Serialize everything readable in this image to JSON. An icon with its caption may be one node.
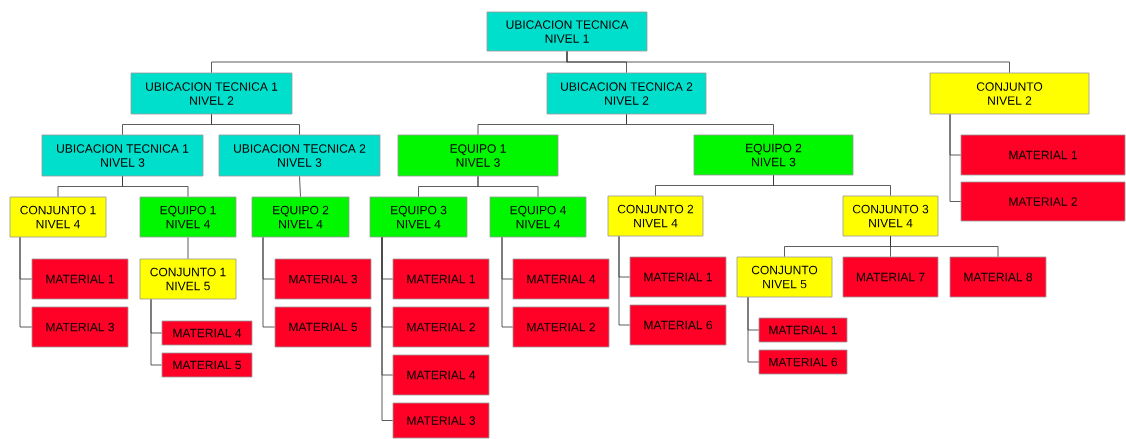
{
  "diagram": {
    "nodes": [
      {
        "text": [
          "UBICACION TECNICA",
          "NIVEL 1"
        ]
      },
      {
        "text": [
          "UBICACION TECNICA 1",
          "NIVEL 2"
        ]
      },
      {
        "text": [
          "UBICACION TECNICA 2",
          "NIVEL 2"
        ]
      },
      {
        "text": [
          "CONJUNTO",
          "NIVEL 2"
        ]
      },
      {
        "text": [
          "UBICACION TECNICA 1",
          "NIVEL 3"
        ]
      },
      {
        "text": [
          "UBICACION TECNICA 2",
          "NIVEL 3"
        ]
      },
      {
        "text": [
          "EQUIPO 1",
          "NIVEL 3"
        ]
      },
      {
        "text": [
          "EQUIPO 2",
          "NIVEL 3"
        ]
      },
      {
        "text": [
          "MATERIAL 1"
        ]
      },
      {
        "text": [
          "MATERIAL 2"
        ]
      },
      {
        "text": [
          "CONJUNTO 1",
          "NIVEL 4"
        ]
      },
      {
        "text": [
          "EQUIPO 1",
          "NIVEL 4"
        ]
      },
      {
        "text": [
          "EQUIPO 2",
          "NIVEL 4"
        ]
      },
      {
        "text": [
          "EQUIPO 3",
          "NIVEL 4"
        ]
      },
      {
        "text": [
          "EQUIPO 4",
          "NIVEL 4"
        ]
      },
      {
        "text": [
          "CONJUNTO 2",
          "NIVEL 4"
        ]
      },
      {
        "text": [
          "CONJUNTO 3",
          "NIVEL 4"
        ]
      },
      {
        "text": [
          "MATERIAL 1"
        ]
      },
      {
        "text": [
          "MATERIAL 3"
        ]
      },
      {
        "text": [
          "CONJUNTO 1",
          "NIVEL 5"
        ]
      },
      {
        "text": [
          "MATERIAL 3"
        ]
      },
      {
        "text": [
          "MATERIAL 5"
        ]
      },
      {
        "text": [
          "MATERIAL 1"
        ]
      },
      {
        "text": [
          "MATERIAL 2"
        ]
      },
      {
        "text": [
          "MATERIAL 4"
        ]
      },
      {
        "text": [
          "MATERIAL 3"
        ]
      },
      {
        "text": [
          "MATERIAL 4"
        ]
      },
      {
        "text": [
          "MATERIAL 2"
        ]
      },
      {
        "text": [
          "MATERIAL 1"
        ]
      },
      {
        "text": [
          "MATERIAL 6"
        ]
      },
      {
        "text": [
          "CONJUNTO",
          "NIVEL 5"
        ]
      },
      {
        "text": [
          "MATERIAL 7"
        ]
      },
      {
        "text": [
          "MATERIAL 8"
        ]
      },
      {
        "text": [
          "MATERIAL 4"
        ]
      },
      {
        "text": [
          "MATERIAL 5"
        ]
      },
      {
        "text": [
          "MATERIAL 1"
        ]
      },
      {
        "text": [
          "MATERIAL 6"
        ]
      }
    ],
    "edges": [
      {
        "from": 0,
        "to": 1,
        "arrow": "none"
      },
      {
        "from": 0,
        "to": 2,
        "arrow": "none"
      },
      {
        "from": 0,
        "to": 3,
        "arrow": "none"
      },
      {
        "from": 1,
        "to": 4,
        "arrow": "none"
      },
      {
        "from": 1,
        "to": 5,
        "arrow": "none"
      },
      {
        "from": 2,
        "to": 6,
        "arrow": "none"
      },
      {
        "from": 2,
        "to": 7,
        "arrow": "none"
      },
      {
        "from": 3,
        "to": 8,
        "arrow": "none"
      },
      {
        "from": 3,
        "to": 9,
        "arrow": "none"
      },
      {
        "from": 4,
        "to": 10,
        "arrow": "none"
      },
      {
        "from": 4,
        "to": 11,
        "arrow": "none"
      },
      {
        "from": 5,
        "to": 12,
        "arrow": "none"
      },
      {
        "from": 6,
        "to": 13,
        "arrow": "none"
      },
      {
        "from": 6,
        "to": 14,
        "arrow": "none"
      },
      {
        "from": 7,
        "to": 15,
        "arrow": "none"
      },
      {
        "from": 7,
        "to": 16,
        "arrow": "none"
      },
      {
        "from": 10,
        "to": 17,
        "arrow": "none"
      },
      {
        "from": 10,
        "to": 18,
        "arrow": "none"
      },
      {
        "from": 11,
        "to": 19,
        "arrow": "none"
      },
      {
        "from": 12,
        "to": 20,
        "arrow": "none"
      },
      {
        "from": 12,
        "to": 21,
        "arrow": "none"
      },
      {
        "from": 13,
        "to": 22,
        "arrow": "none"
      },
      {
        "from": 13,
        "to": 23,
        "arrow": "none"
      },
      {
        "from": 13,
        "to": 24,
        "arrow": "none"
      },
      {
        "from": 13,
        "to": 25,
        "arrow": "none"
      },
      {
        "from": 14,
        "to": 26,
        "arrow": "none"
      },
      {
        "from": 14,
        "to": 27,
        "arrow": "none"
      },
      {
        "from": 15,
        "to": 28,
        "arrow": "none"
      },
      {
        "from": 15,
        "to": 29,
        "arrow": "none"
      },
      {
        "from": 16,
        "to": 30,
        "arrow": "none"
      },
      {
        "from": 16,
        "to": 31,
        "arrow": "none"
      },
      {
        "from": 16,
        "to": 32,
        "arrow": "none"
      },
      {
        "from": 19,
        "to": 33,
        "arrow": "none"
      },
      {
        "from": 19,
        "to": 34,
        "arrow": "none"
      },
      {
        "from": 30,
        "to": 35,
        "arrow": "none"
      },
      {
        "from": 30,
        "to": 36,
        "arrow": "none"
      }
    ]
  }
}
